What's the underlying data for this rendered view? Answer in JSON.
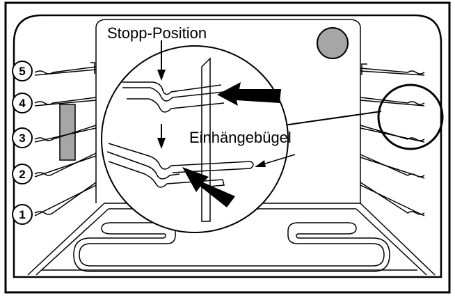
{
  "diagram": {
    "labels": {
      "stop_position": "Stopp-Position",
      "hanging_bracket": "Einhängebügel"
    },
    "shelf_levels": [
      "5",
      "4",
      "3",
      "2",
      "1"
    ],
    "colors": {
      "line": "#000000",
      "background": "#ffffff",
      "indicator_circle": "#a6a6a6",
      "side_panel": "#a6a6a6"
    }
  }
}
